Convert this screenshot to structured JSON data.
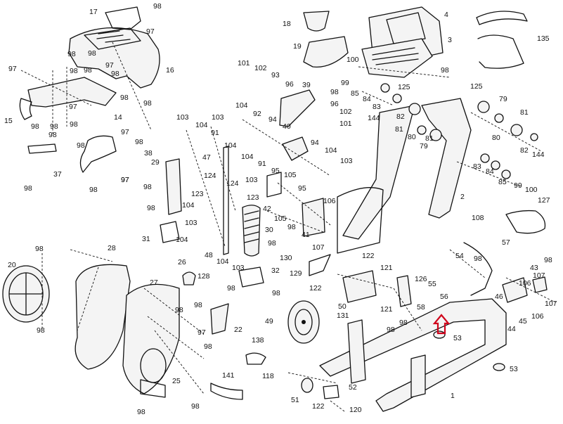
{
  "diagram": {
    "highlight_color": "#d0021b",
    "highlighted_part": "56",
    "callouts": [
      {
        "id": "c1",
        "text": "17"
      },
      {
        "id": "c2",
        "text": "98"
      },
      {
        "id": "c3",
        "text": "97"
      },
      {
        "id": "c4",
        "text": "98"
      },
      {
        "id": "c5",
        "text": "98"
      },
      {
        "id": "c6",
        "text": "97"
      },
      {
        "id": "c7",
        "text": "98"
      },
      {
        "id": "c8",
        "text": "98"
      },
      {
        "id": "c9",
        "text": "97"
      },
      {
        "id": "c10",
        "text": "98"
      },
      {
        "id": "c11",
        "text": "16"
      },
      {
        "id": "c12",
        "text": "97"
      },
      {
        "id": "c13",
        "text": "98"
      },
      {
        "id": "c14",
        "text": "98"
      },
      {
        "id": "c15",
        "text": "15"
      },
      {
        "id": "c16",
        "text": "98"
      },
      {
        "id": "c17",
        "text": "98"
      },
      {
        "id": "c18",
        "text": "98"
      },
      {
        "id": "c19",
        "text": "97"
      },
      {
        "id": "c20",
        "text": "14"
      },
      {
        "id": "c21",
        "text": "98"
      },
      {
        "id": "c22",
        "text": "98"
      },
      {
        "id": "c23",
        "text": "97"
      },
      {
        "id": "c24",
        "text": "98"
      },
      {
        "id": "c25",
        "text": "38"
      },
      {
        "id": "c26",
        "text": "37"
      },
      {
        "id": "c27",
        "text": "98"
      },
      {
        "id": "c28",
        "text": "98"
      },
      {
        "id": "c29",
        "text": "97"
      },
      {
        "id": "c30",
        "text": "18"
      },
      {
        "id": "c31",
        "text": "4"
      },
      {
        "id": "c32",
        "text": "135"
      },
      {
        "id": "c33",
        "text": "3"
      },
      {
        "id": "c34",
        "text": "19"
      },
      {
        "id": "c35",
        "text": "100"
      },
      {
        "id": "c36",
        "text": "98"
      },
      {
        "id": "c37",
        "text": "101"
      },
      {
        "id": "c38",
        "text": "102"
      },
      {
        "id": "c39",
        "text": "93"
      },
      {
        "id": "c40",
        "text": "96"
      },
      {
        "id": "c41",
        "text": "39"
      },
      {
        "id": "c42",
        "text": "98"
      },
      {
        "id": "c43",
        "text": "99"
      },
      {
        "id": "c44",
        "text": "85"
      },
      {
        "id": "c45",
        "text": "84"
      },
      {
        "id": "c46",
        "text": "83"
      },
      {
        "id": "c47",
        "text": "125"
      },
      {
        "id": "c48",
        "text": "125"
      },
      {
        "id": "c49",
        "text": "79"
      },
      {
        "id": "c50",
        "text": "96"
      },
      {
        "id": "c51",
        "text": "102"
      },
      {
        "id": "c52",
        "text": "101"
      },
      {
        "id": "c53",
        "text": "144"
      },
      {
        "id": "c54",
        "text": "82"
      },
      {
        "id": "c55",
        "text": "81"
      },
      {
        "id": "c56",
        "text": "80"
      },
      {
        "id": "c57",
        "text": "79"
      },
      {
        "id": "c58",
        "text": "81"
      },
      {
        "id": "c59",
        "text": "80"
      },
      {
        "id": "c60",
        "text": "81"
      },
      {
        "id": "c61",
        "text": "82"
      },
      {
        "id": "c62",
        "text": "144"
      },
      {
        "id": "c63",
        "text": "83"
      },
      {
        "id": "c64",
        "text": "84"
      },
      {
        "id": "c65",
        "text": "85"
      },
      {
        "id": "c66",
        "text": "99"
      },
      {
        "id": "c67",
        "text": "100"
      },
      {
        "id": "c68",
        "text": "103"
      },
      {
        "id": "c69",
        "text": "104"
      },
      {
        "id": "c70",
        "text": "103"
      },
      {
        "id": "c71",
        "text": "104"
      },
      {
        "id": "c72",
        "text": "92"
      },
      {
        "id": "c73",
        "text": "94"
      },
      {
        "id": "c74",
        "text": "91"
      },
      {
        "id": "c75",
        "text": "47"
      },
      {
        "id": "c76",
        "text": "104"
      },
      {
        "id": "c77",
        "text": "104"
      },
      {
        "id": "c78",
        "text": "91"
      },
      {
        "id": "c79",
        "text": "103"
      },
      {
        "id": "c80",
        "text": "40"
      },
      {
        "id": "c81",
        "text": "94"
      },
      {
        "id": "c82",
        "text": "104"
      },
      {
        "id": "c83",
        "text": "103"
      },
      {
        "id": "c84",
        "text": "95"
      },
      {
        "id": "c85",
        "text": "105"
      },
      {
        "id": "c86",
        "text": "95"
      },
      {
        "id": "c87",
        "text": "2"
      },
      {
        "id": "c88",
        "text": "29"
      },
      {
        "id": "c89",
        "text": "98"
      },
      {
        "id": "c90",
        "text": "124"
      },
      {
        "id": "c91",
        "text": "124"
      },
      {
        "id": "c92",
        "text": "123"
      },
      {
        "id": "c93",
        "text": "123"
      },
      {
        "id": "c94",
        "text": "104"
      },
      {
        "id": "c95",
        "text": "42"
      },
      {
        "id": "c96",
        "text": "105"
      },
      {
        "id": "c97",
        "text": "98"
      },
      {
        "id": "c98",
        "text": "106"
      },
      {
        "id": "c99",
        "text": "41"
      },
      {
        "id": "c100",
        "text": "107"
      },
      {
        "id": "c101",
        "text": "108"
      },
      {
        "id": "c102",
        "text": "127"
      },
      {
        "id": "c103",
        "text": "98"
      },
      {
        "id": "c104",
        "text": "103"
      },
      {
        "id": "c105",
        "text": "31"
      },
      {
        "id": "c106",
        "text": "104"
      },
      {
        "id": "c107",
        "text": "30"
      },
      {
        "id": "c108",
        "text": "48"
      },
      {
        "id": "c109",
        "text": "104"
      },
      {
        "id": "c110",
        "text": "98"
      },
      {
        "id": "c111",
        "text": "57"
      },
      {
        "id": "c112",
        "text": "98"
      },
      {
        "id": "c113",
        "text": "28"
      },
      {
        "id": "c114",
        "text": "130"
      },
      {
        "id": "c115",
        "text": "122"
      },
      {
        "id": "c116",
        "text": "103"
      },
      {
        "id": "c117",
        "text": "32"
      },
      {
        "id": "c118",
        "text": "98"
      },
      {
        "id": "c119",
        "text": "129"
      },
      {
        "id": "c120",
        "text": "121"
      },
      {
        "id": "c121",
        "text": "54"
      },
      {
        "id": "c122",
        "text": "98"
      },
      {
        "id": "c123",
        "text": "43"
      },
      {
        "id": "c124",
        "text": "98"
      },
      {
        "id": "c125",
        "text": "20"
      },
      {
        "id": "c126",
        "text": "26"
      },
      {
        "id": "c127",
        "text": "128"
      },
      {
        "id": "c128",
        "text": "27"
      },
      {
        "id": "c129",
        "text": "98"
      },
      {
        "id": "c130",
        "text": "122"
      },
      {
        "id": "c131",
        "text": "50"
      },
      {
        "id": "c132",
        "text": "121"
      },
      {
        "id": "c133",
        "text": "126"
      },
      {
        "id": "c134",
        "text": "55"
      },
      {
        "id": "c135",
        "text": "56"
      },
      {
        "id": "c136",
        "text": "58"
      },
      {
        "id": "c137",
        "text": "107"
      },
      {
        "id": "c138",
        "text": "106"
      },
      {
        "id": "c139",
        "text": "46"
      },
      {
        "id": "c140",
        "text": "107"
      },
      {
        "id": "c141",
        "text": "45"
      },
      {
        "id": "c142",
        "text": "106"
      },
      {
        "id": "c143",
        "text": "44"
      },
      {
        "id": "c144",
        "text": "98"
      },
      {
        "id": "c145",
        "text": "98"
      },
      {
        "id": "c146",
        "text": "98"
      },
      {
        "id": "c147",
        "text": "97"
      },
      {
        "id": "c148",
        "text": "22"
      },
      {
        "id": "c149",
        "text": "98"
      },
      {
        "id": "c150",
        "text": "49"
      },
      {
        "id": "c151",
        "text": "131"
      },
      {
        "id": "c152",
        "text": "98"
      },
      {
        "id": "c153",
        "text": "53"
      },
      {
        "id": "c154",
        "text": "98"
      },
      {
        "id": "c155",
        "text": "138"
      },
      {
        "id": "c156",
        "text": "53"
      },
      {
        "id": "c157",
        "text": "141"
      },
      {
        "id": "c158",
        "text": "118"
      },
      {
        "id": "c159",
        "text": "25"
      },
      {
        "id": "c160",
        "text": "52"
      },
      {
        "id": "c161",
        "text": "1"
      },
      {
        "id": "c162",
        "text": "98"
      },
      {
        "id": "c163",
        "text": "98"
      },
      {
        "id": "c164",
        "text": "51"
      },
      {
        "id": "c165",
        "text": "122"
      },
      {
        "id": "c166",
        "text": "120"
      }
    ]
  }
}
